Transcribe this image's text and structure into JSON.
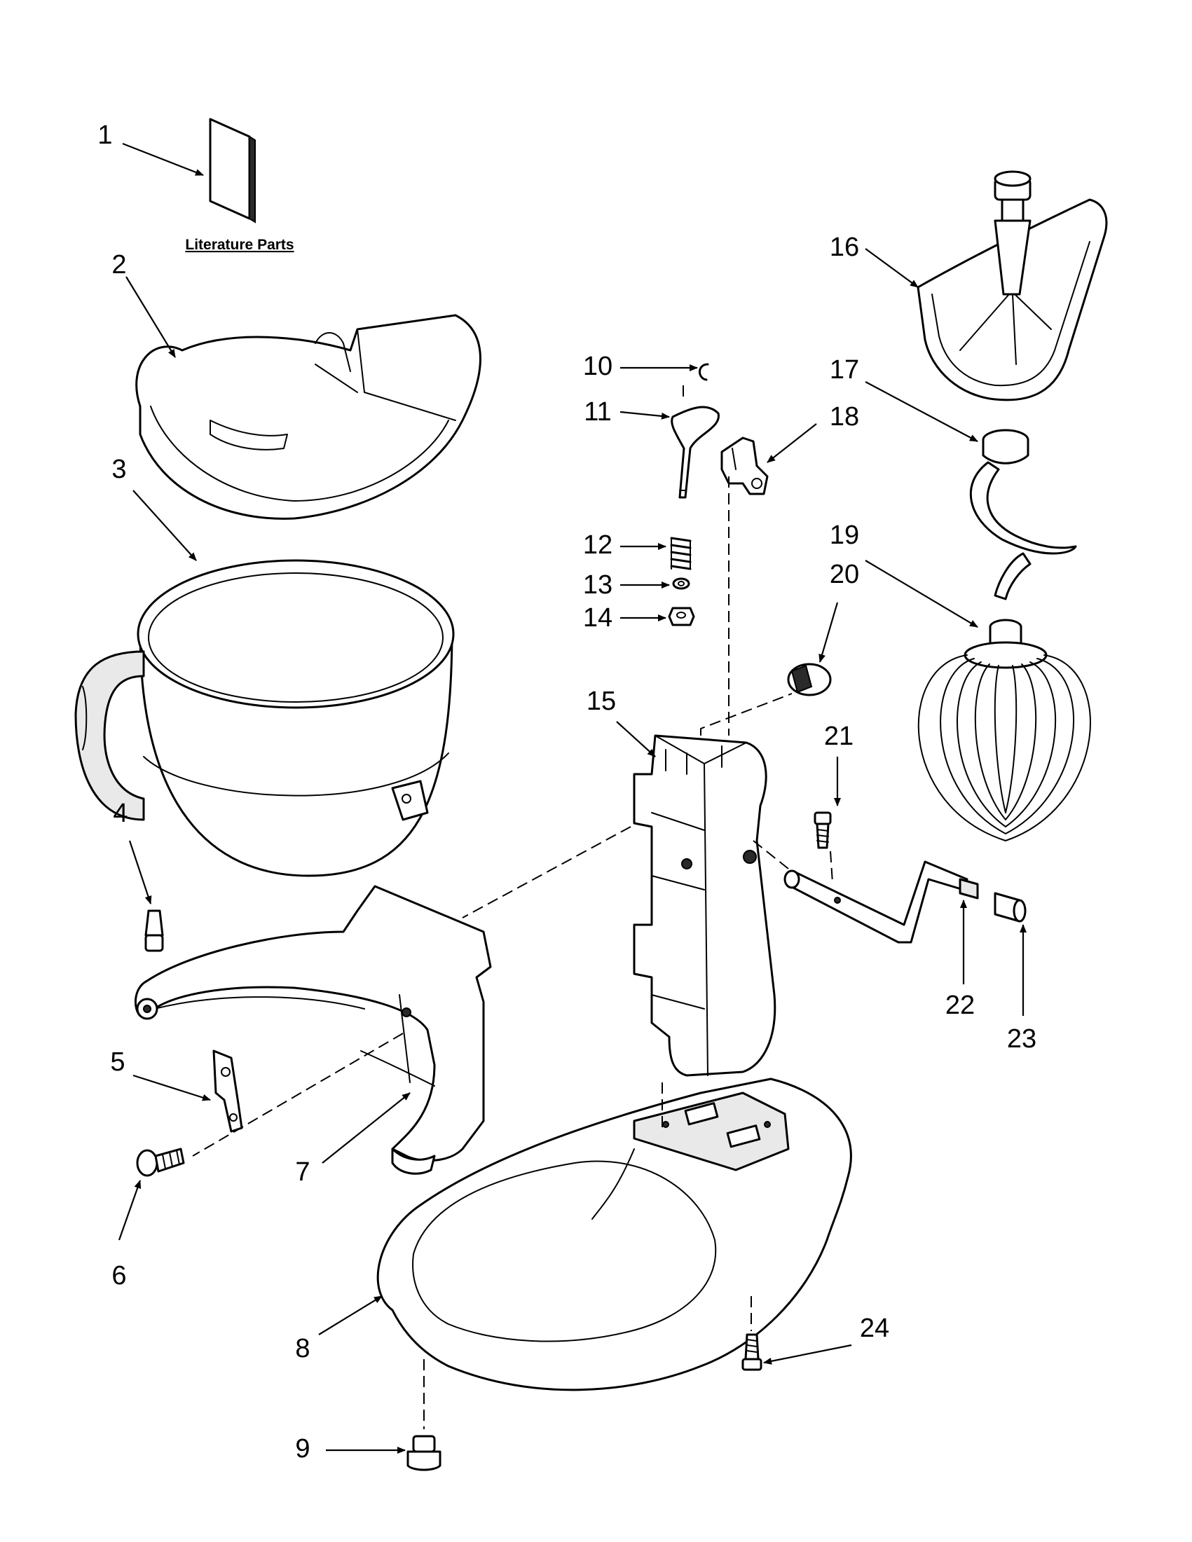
{
  "literature_label": "Literature Parts",
  "callouts": [
    "1",
    "2",
    "3",
    "4",
    "5",
    "6",
    "7",
    "8",
    "9",
    "10",
    "11",
    "12",
    "13",
    "14",
    "15",
    "16",
    "17",
    "18",
    "19",
    "20",
    "21",
    "22",
    "23",
    "24"
  ]
}
